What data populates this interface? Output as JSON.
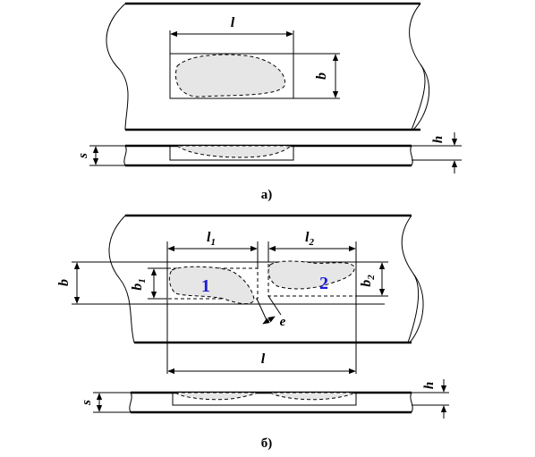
{
  "figure_a": {
    "length_label": "l",
    "width_label": "b",
    "wall_thickness_label": "s",
    "depth_label": "h",
    "caption": "а)"
  },
  "figure_b": {
    "defect1_length_label": "l",
    "defect1_length_sub": "1",
    "defect2_length_label": "l",
    "defect2_length_sub": "2",
    "total_length_label": "l",
    "total_width_label": "b",
    "defect1_width_label": "b",
    "defect1_width_sub": "1",
    "defect2_width_label": "b",
    "defect2_width_sub": "2",
    "distance_label": "e",
    "defect1_number": "1",
    "defect2_number": "2",
    "wall_thickness_label": "s",
    "depth_label": "h",
    "caption": "б)"
  },
  "colors": {
    "defect_fill": "#e6e6e6",
    "defect_number": "#1a1adb",
    "line": "#000000"
  }
}
